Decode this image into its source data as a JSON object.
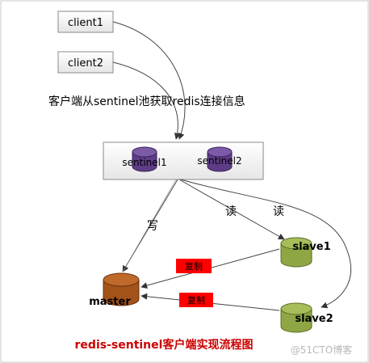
{
  "clients": [
    {
      "label": "client1"
    },
    {
      "label": "client2"
    }
  ],
  "pool_caption": "客户端从sentinel池获取redis连接信息",
  "sentinels": [
    {
      "label": "sentinel1"
    },
    {
      "label": "sentinel2"
    }
  ],
  "edges": {
    "write_label": "写",
    "read_label_1": "读",
    "read_label_2": "读",
    "replicate_label_1": "复制",
    "replicate_label_2": "复制"
  },
  "nodes": {
    "master": {
      "label": "master",
      "color": "#a3521a"
    },
    "slave1": {
      "label": "slave1",
      "color": "#8ea644"
    },
    "slave2": {
      "label": "slave2",
      "color": "#8ea644"
    }
  },
  "sentinel_color": "#5e3d87",
  "replicate_badge_color": "#ff0000",
  "title": "redis-sentinel客户端实现流程图",
  "title_color": "#cc0000",
  "watermark": "@51CTO博客"
}
